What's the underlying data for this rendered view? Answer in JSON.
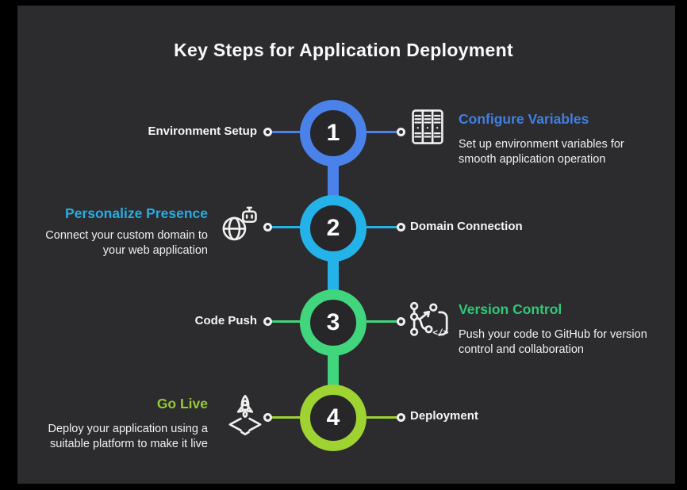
{
  "title": "Key Steps for Application Deployment",
  "colors": {
    "frame": "#000000",
    "panel": "#2c2c2e",
    "circle_inner": "#27272a"
  },
  "steps": [
    {
      "number": "1",
      "color": "#4a82ea",
      "heading_color": "#3f7fe3",
      "label": "Environment Setup",
      "icon": "server-rack-icon",
      "heading": "Configure Variables",
      "description": "Set up environment variables for smooth application operation"
    },
    {
      "number": "2",
      "color": "#24b3e9",
      "heading_color": "#29abe2",
      "label": "Domain Connection",
      "icon": "globe-bot-icon",
      "heading": "Personalize Presence",
      "description": "Connect your custom domain to your web application"
    },
    {
      "number": "3",
      "color": "#41d57d",
      "heading_color": "#2fc977",
      "label": "Code Push",
      "icon": "git-branch-icon",
      "heading": "Version Control",
      "description": "Push your code to GitHub for version control and collaboration"
    },
    {
      "number": "4",
      "color": "#9ed332",
      "heading_color": "#95c938",
      "label": "Deployment",
      "icon": "rocket-launch-icon",
      "heading": "Go Live",
      "description": "Deploy your application using a suitable platform to make it live"
    }
  ]
}
